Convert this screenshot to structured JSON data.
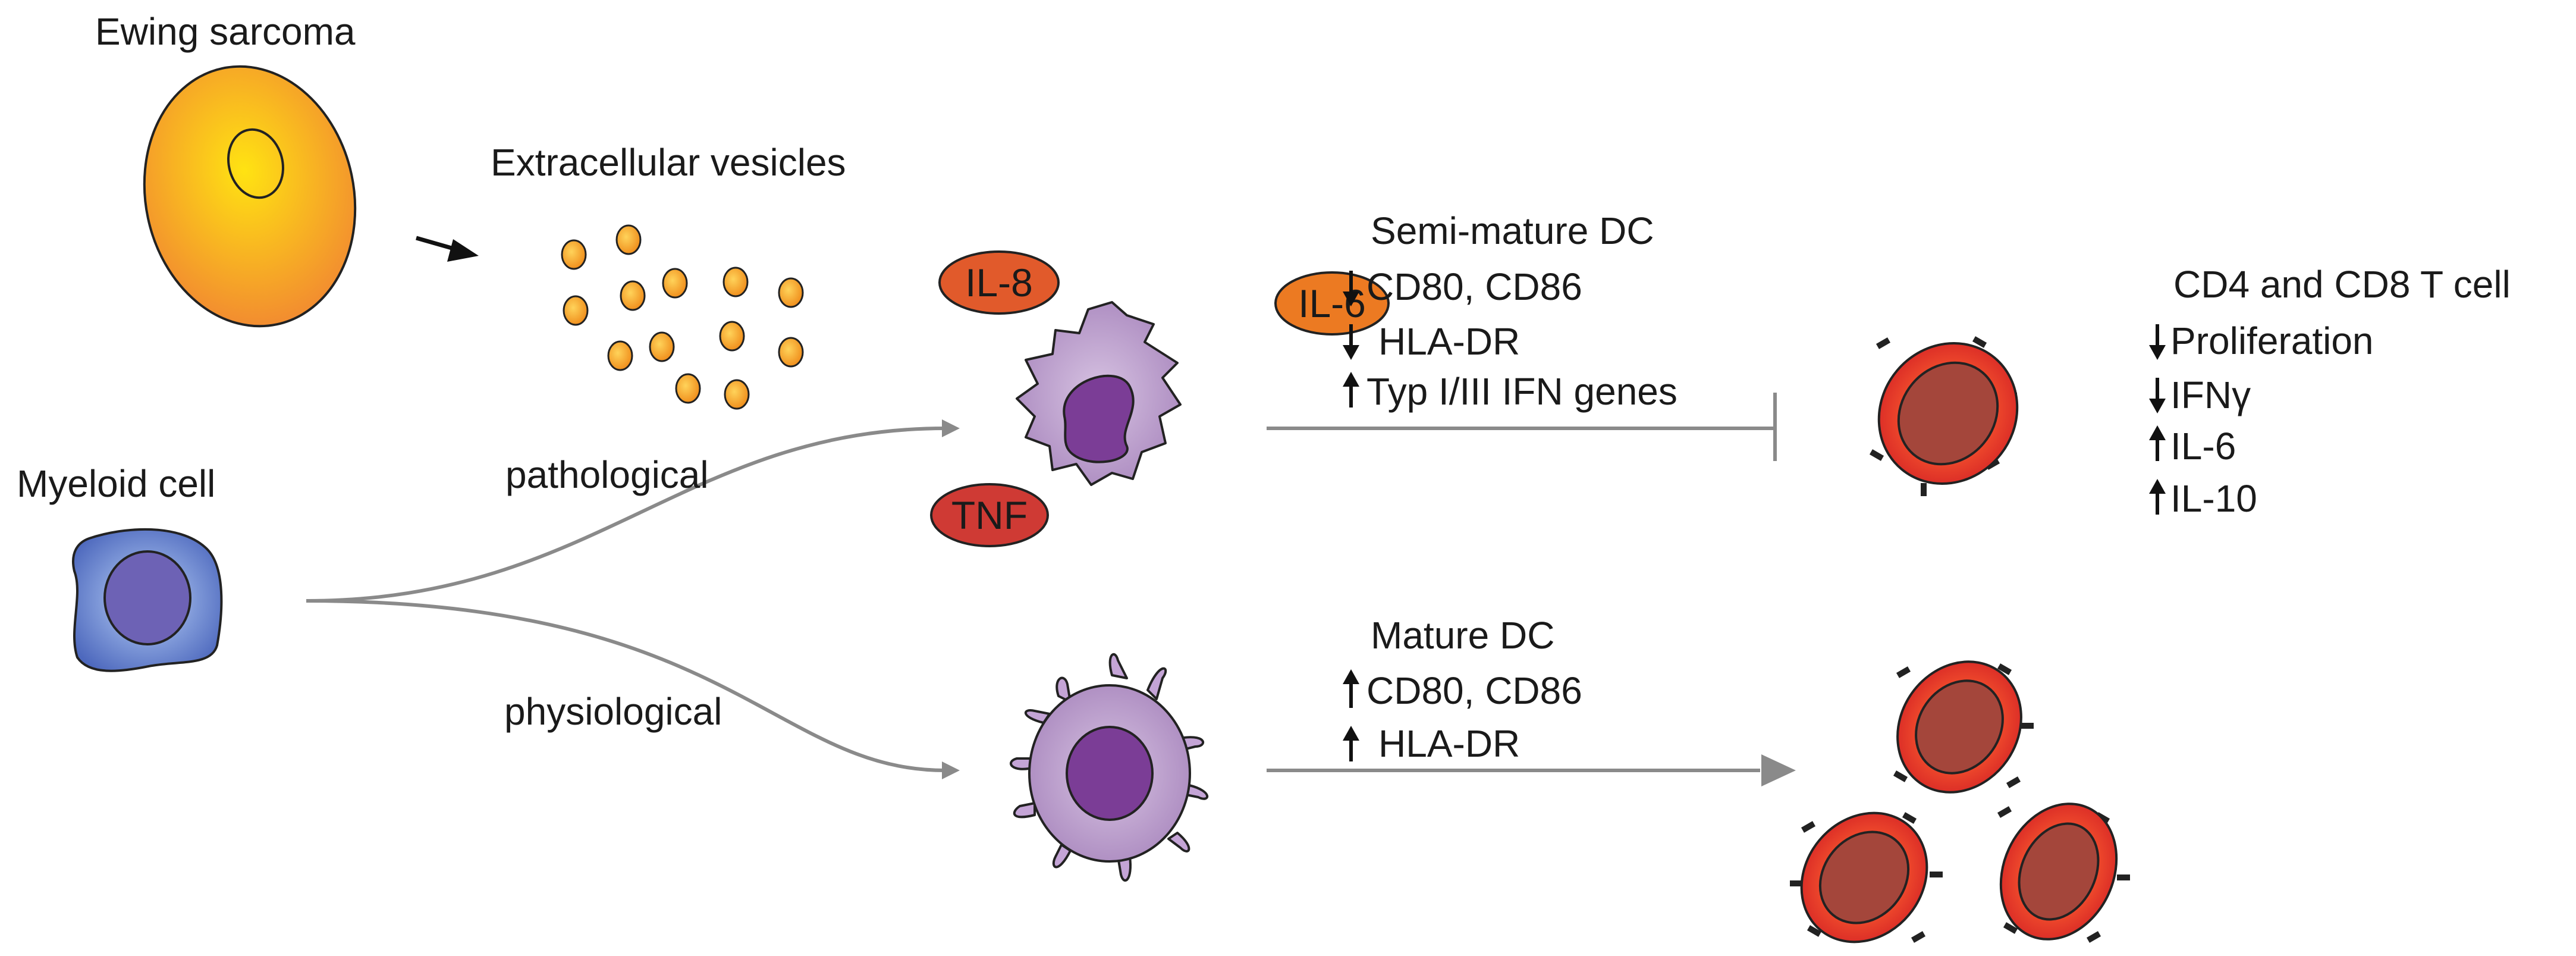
{
  "labels": {
    "ewing_sarcoma": "Ewing sarcoma",
    "extracellular_vesicles": "Extracellular vesicles",
    "myeloid_cell": "Myeloid cell",
    "pathological": "pathological",
    "physiological": "physiological"
  },
  "cytokines": {
    "il8": "IL-8",
    "il6": "IL-6",
    "tnf": "TNF"
  },
  "semi_mature": {
    "title": "Semi-mature DC",
    "lines": [
      "CD80, CD86",
      "HLA-DR",
      "Typ I/III IFN genes"
    ],
    "arrows": [
      "down",
      "down",
      "up"
    ]
  },
  "mature": {
    "title": "Mature DC",
    "lines": [
      "CD80, CD86",
      "HLA-DR"
    ],
    "arrows": [
      "up",
      "up"
    ]
  },
  "t_cell": {
    "title": "CD4 and CD8 T cell",
    "lines": [
      "Proliferation",
      "IFNγ",
      "IL-6",
      "IL-10"
    ],
    "arrows": [
      "down",
      "down",
      "up",
      "up"
    ]
  },
  "colors": {
    "tumor": "#f7b21b",
    "myeloid": "#5670c4",
    "dc": "#b48bc6",
    "dc_nucleus": "#7b3d96",
    "il8": "#e15a2b",
    "il6": "#ec7a22",
    "tnf": "#cf3a34",
    "t_cell": "#e53b2c",
    "connector": "#808080"
  }
}
